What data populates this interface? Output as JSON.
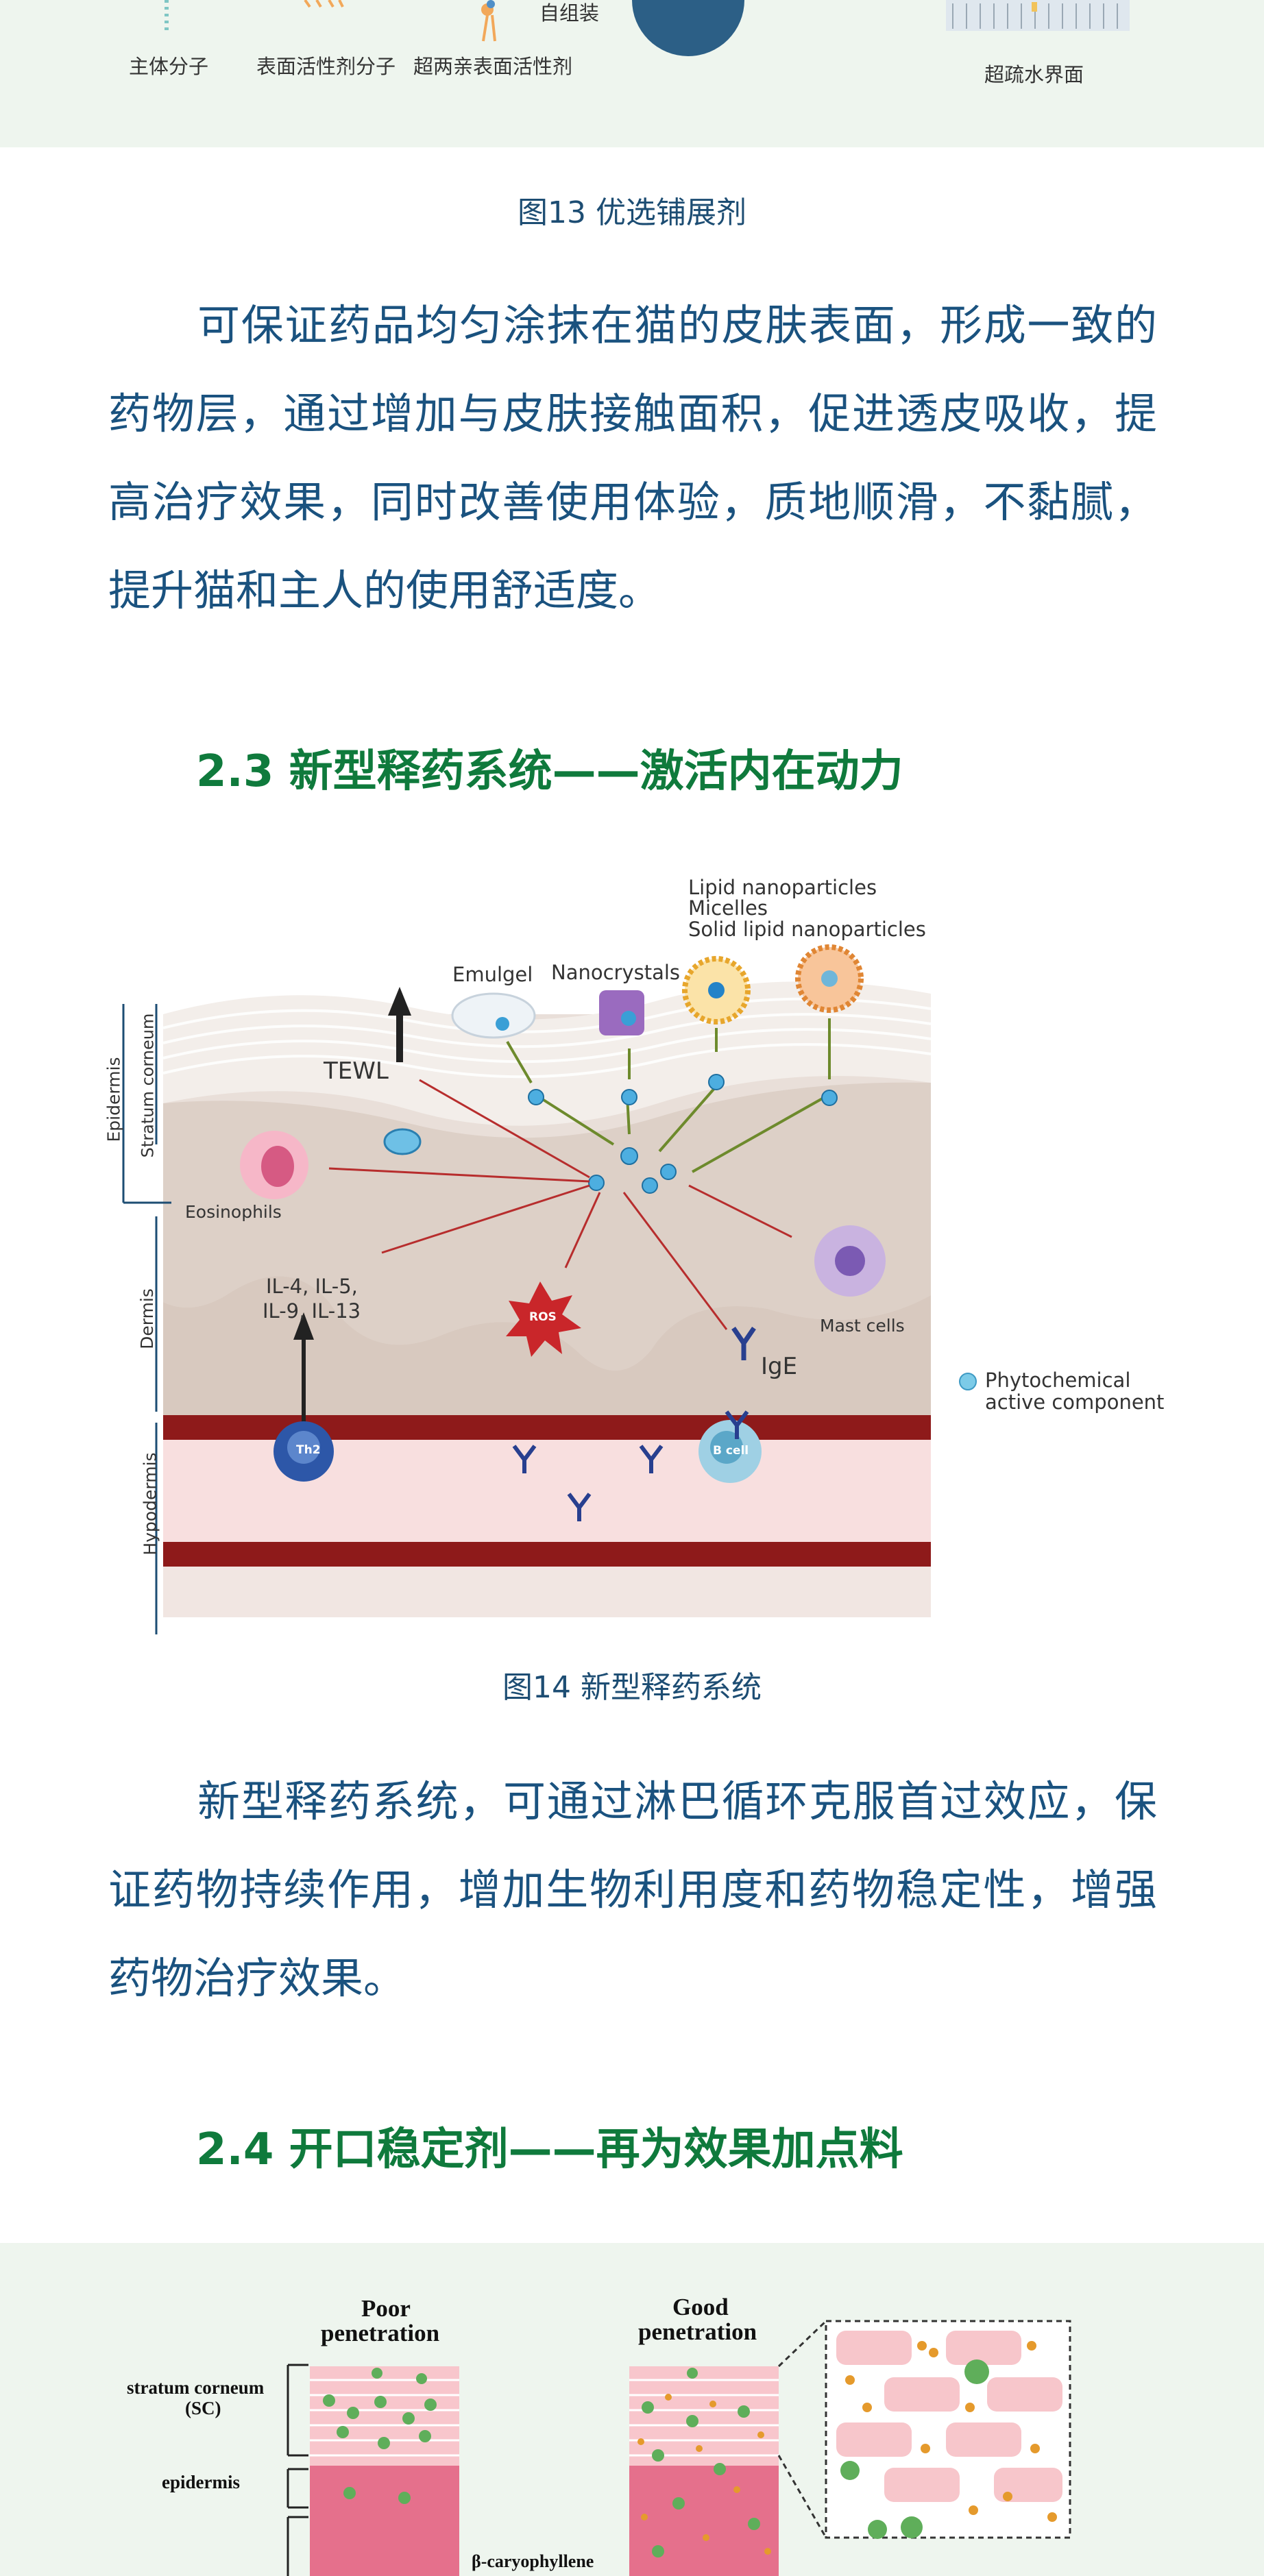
{
  "fig13": {
    "labels": [
      "主体分子",
      "表面活性剂分子",
      "超两亲表面活性剂",
      "自组装",
      "超疏水界面"
    ],
    "caption": "图13  优选铺展剂"
  },
  "para1": "可保证药品均匀涂抹在猫的皮肤表面，形成一致的药物层，通过增加与皮肤接触面积，促进透皮吸收，提高治疗效果，同时改善使用体验，质地顺滑，不黏腻，提升猫和主人的使用舒适度。",
  "heading23": "2.3 新型释药系统——激活内在动力",
  "fig14": {
    "layers": {
      "epidermis": "Epidermis",
      "stratum": "Stratum corneum",
      "dermis": "Dermis",
      "hypodermis": "Hypodermis"
    },
    "carriers": {
      "emulgel": "Emulgel",
      "nanocrystals": "Nanocrystals",
      "lipid1": "Lipid nanoparticles",
      "lipid2": "Micelles",
      "lipid3": "Solid lipid nanoparticles"
    },
    "tewl": "TEWL",
    "eosinophils": "Eosinophils",
    "il1": "IL-4, IL-5,",
    "il2": "IL-9, IL-13",
    "ros": "ROS",
    "ige": "IgE",
    "mast": "Mast cells",
    "th2": "Th2",
    "bcell": "B cell",
    "legend1": "Phytochemical",
    "legend2": "active component",
    "caption": "图14  新型释药系统"
  },
  "para2": "新型释药系统，可通过淋巴循环克服首过效应，保证药物持续作用，增加生物利用度和药物稳定性，增强药物治疗效果。",
  "heading24": "2.4 开口稳定剂——再为效果加点料",
  "fig15": {
    "poor1": "Poor",
    "poor2": "penetration",
    "good1": "Good",
    "good2": "penetration",
    "sc1": "stratum corneum",
    "sc2": "(SC)",
    "epidermis": "epidermis",
    "caryophyllene": "β-caryophyllene"
  },
  "colors": {
    "text_blue": "#1a527f",
    "heading_green": "#0f7a3c",
    "band": "#eef5ee"
  }
}
